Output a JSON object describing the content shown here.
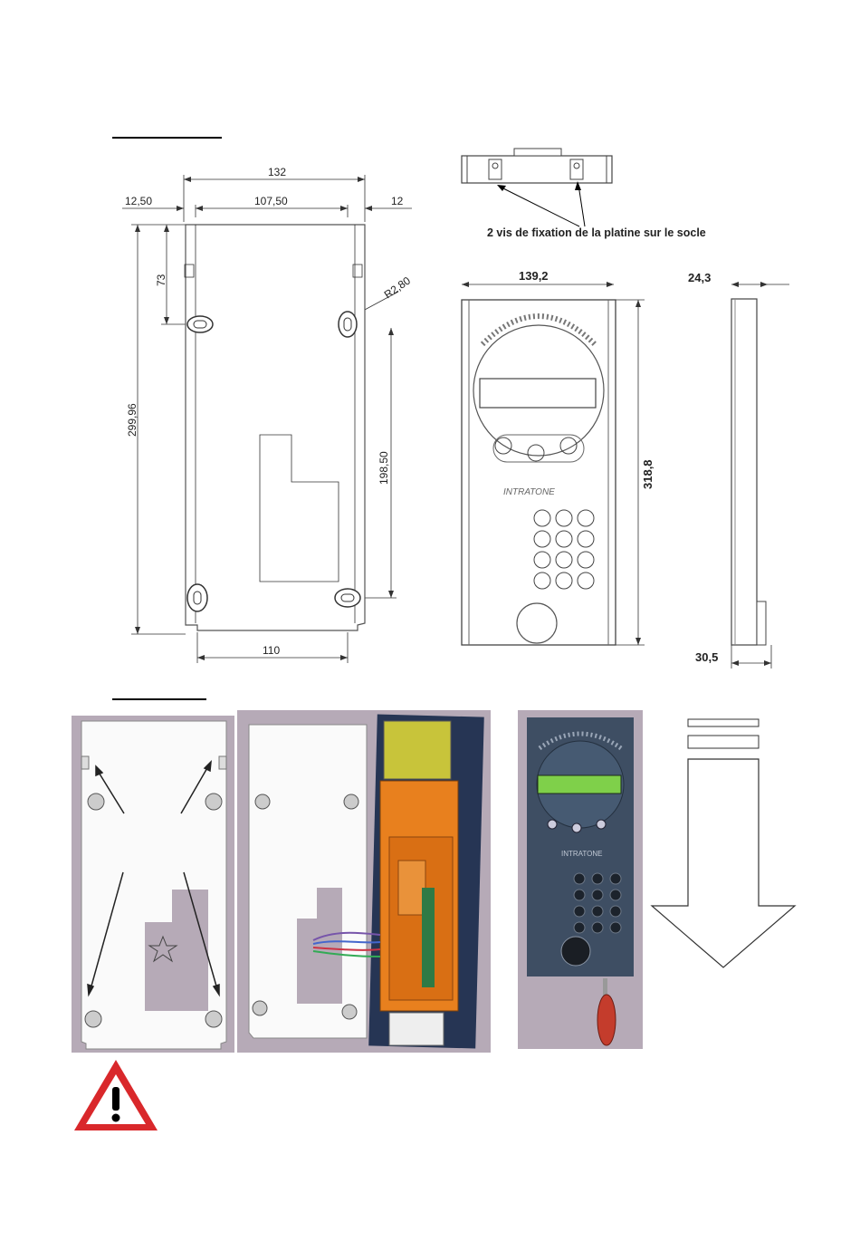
{
  "drawing_base": {
    "dim_width_total": "132",
    "dim_width_inner": "107,50",
    "dim_left_margin": "12,50",
    "dim_right_margin": "12",
    "dim_top_hole": "73",
    "dim_radius": "R2,80",
    "dim_height_total": "299,96",
    "dim_hole_spacing": "198,50",
    "dim_bottom_width": "110"
  },
  "drawing_plate": {
    "screws_caption": "2 vis de fixation de la platine sur le socle",
    "dim_width": "139,2",
    "dim_height": "318,8",
    "brand_logo_text": "INTRATONE"
  },
  "drawing_side": {
    "dim_top_depth": "24,3",
    "dim_bottom_depth": "30,5"
  },
  "photos": {
    "panel_brand": "INTRATONE"
  },
  "colors": {
    "photo_background": "#b6aab7",
    "panel_body": "#3e4e63",
    "lcd_screen": "#7fd04a",
    "module_orange": "#e8801e",
    "module_yellow": "#c8c43a",
    "screwdriver_red": "#c43c2c",
    "warning_red": "#d9282b"
  },
  "icons": {
    "warning": "warning-triangle-icon",
    "arrow": "down-arrow-icon"
  }
}
